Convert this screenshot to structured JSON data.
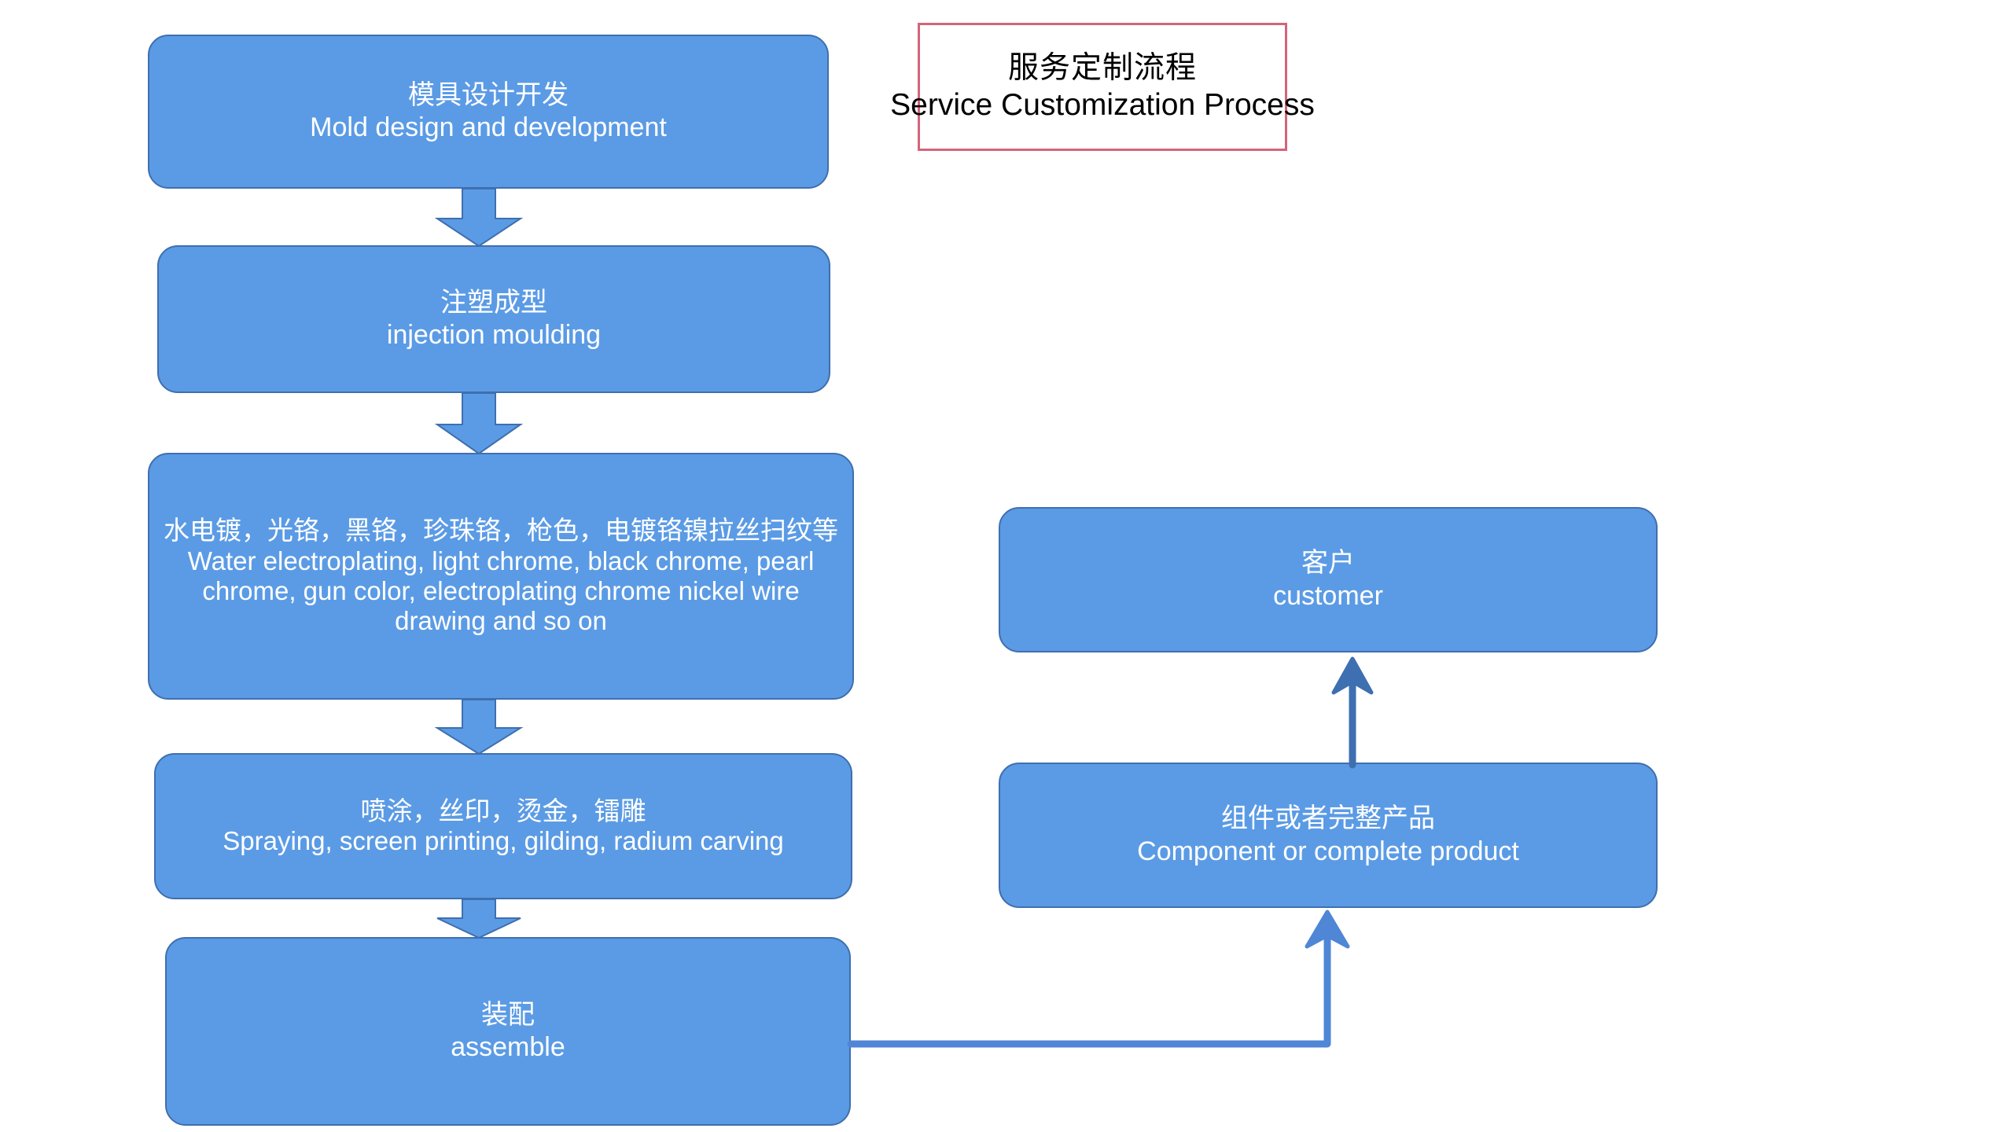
{
  "title_box": {
    "cn": "服务定制流程",
    "en": "Service Customization Process",
    "border_color": "#D4647B",
    "text_color": "#000000"
  },
  "theme": {
    "node_fill": "#5B9BE5",
    "node_border": "#3F6FAE",
    "node_text": "#FFFFFF",
    "arrow_fill": "#5B9BE5",
    "arrow_stroke": "#3F6FAE",
    "connector_line": "#4F86D6",
    "background": "#FFFFFF"
  },
  "flow": {
    "left_column": [
      {
        "id": "mold",
        "cn": "模具设计开发",
        "en": "Mold design and development"
      },
      {
        "id": "injection",
        "cn": "注塑成型",
        "en": "injection moulding"
      },
      {
        "id": "plating",
        "cn": "水电镀，光铬，黑铬，珍珠铬，枪色，电镀铬镍拉丝扫纹等",
        "en": "Water electroplating, light chrome, black chrome, pearl chrome, gun color, electroplating chrome nickel wire drawing and so on"
      },
      {
        "id": "spraying",
        "cn": "喷涂，丝印，烫金，镭雕",
        "en": "Spraying, screen printing, gilding, radium carving"
      },
      {
        "id": "assemble",
        "cn": "装配",
        "en": "assemble"
      }
    ],
    "right_column": [
      {
        "id": "customer",
        "cn": "客户",
        "en": "customer"
      },
      {
        "id": "component",
        "cn": "组件或者完整产品",
        "en": "Component or complete product"
      }
    ],
    "connectors": [
      {
        "id": "mold-to-injection",
        "type": "block-down-arrow",
        "from": "mold",
        "to": "injection"
      },
      {
        "id": "injection-to-plating",
        "type": "block-down-arrow",
        "from": "injection",
        "to": "plating"
      },
      {
        "id": "plating-to-spraying",
        "type": "block-down-arrow",
        "from": "plating",
        "to": "spraying"
      },
      {
        "id": "spraying-to-assemble",
        "type": "block-down-arrow",
        "from": "spraying",
        "to": "assemble"
      },
      {
        "id": "assemble-to-component",
        "type": "elbow-up-arrow",
        "from": "assemble",
        "to": "component"
      },
      {
        "id": "component-to-customer",
        "type": "line-up-arrow",
        "from": "component",
        "to": "customer"
      }
    ]
  }
}
